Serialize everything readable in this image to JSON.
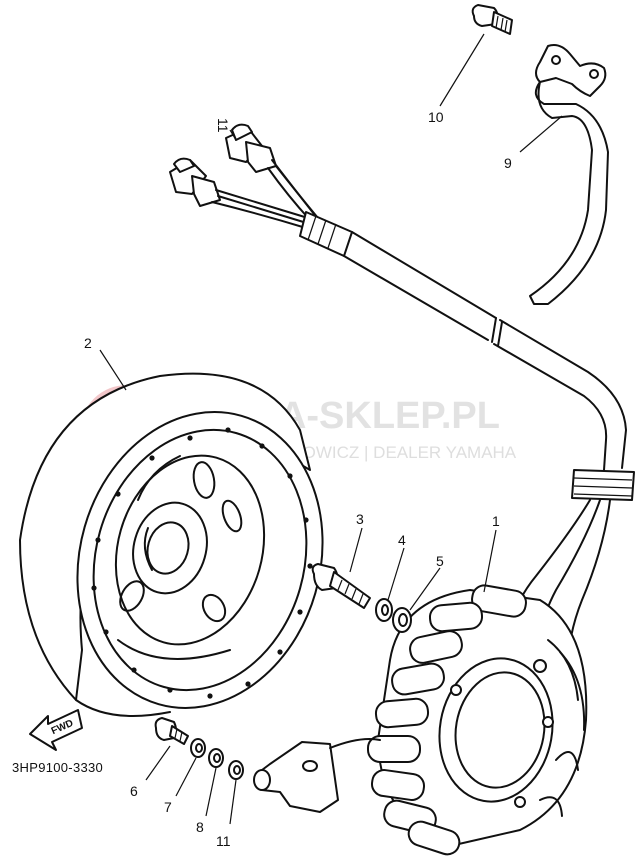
{
  "diagram": {
    "part_code": "3HP9100-3330",
    "fwd_label": "FWD",
    "callouts": [
      "1",
      "2",
      "3",
      "4",
      "5",
      "6",
      "7",
      "8",
      "9",
      "10",
      "11"
    ]
  },
  "watermark": {
    "main": "YAMA-SKLEP.PL",
    "sub": "WOJCIECHOWICZ | DEALER YAMAHA",
    "logo": "yamaha-style-logo",
    "color": "#d0d0d0",
    "logo_color": "#e89aa0"
  },
  "colors": {
    "ink": "#111111",
    "paper": "#ffffff"
  }
}
